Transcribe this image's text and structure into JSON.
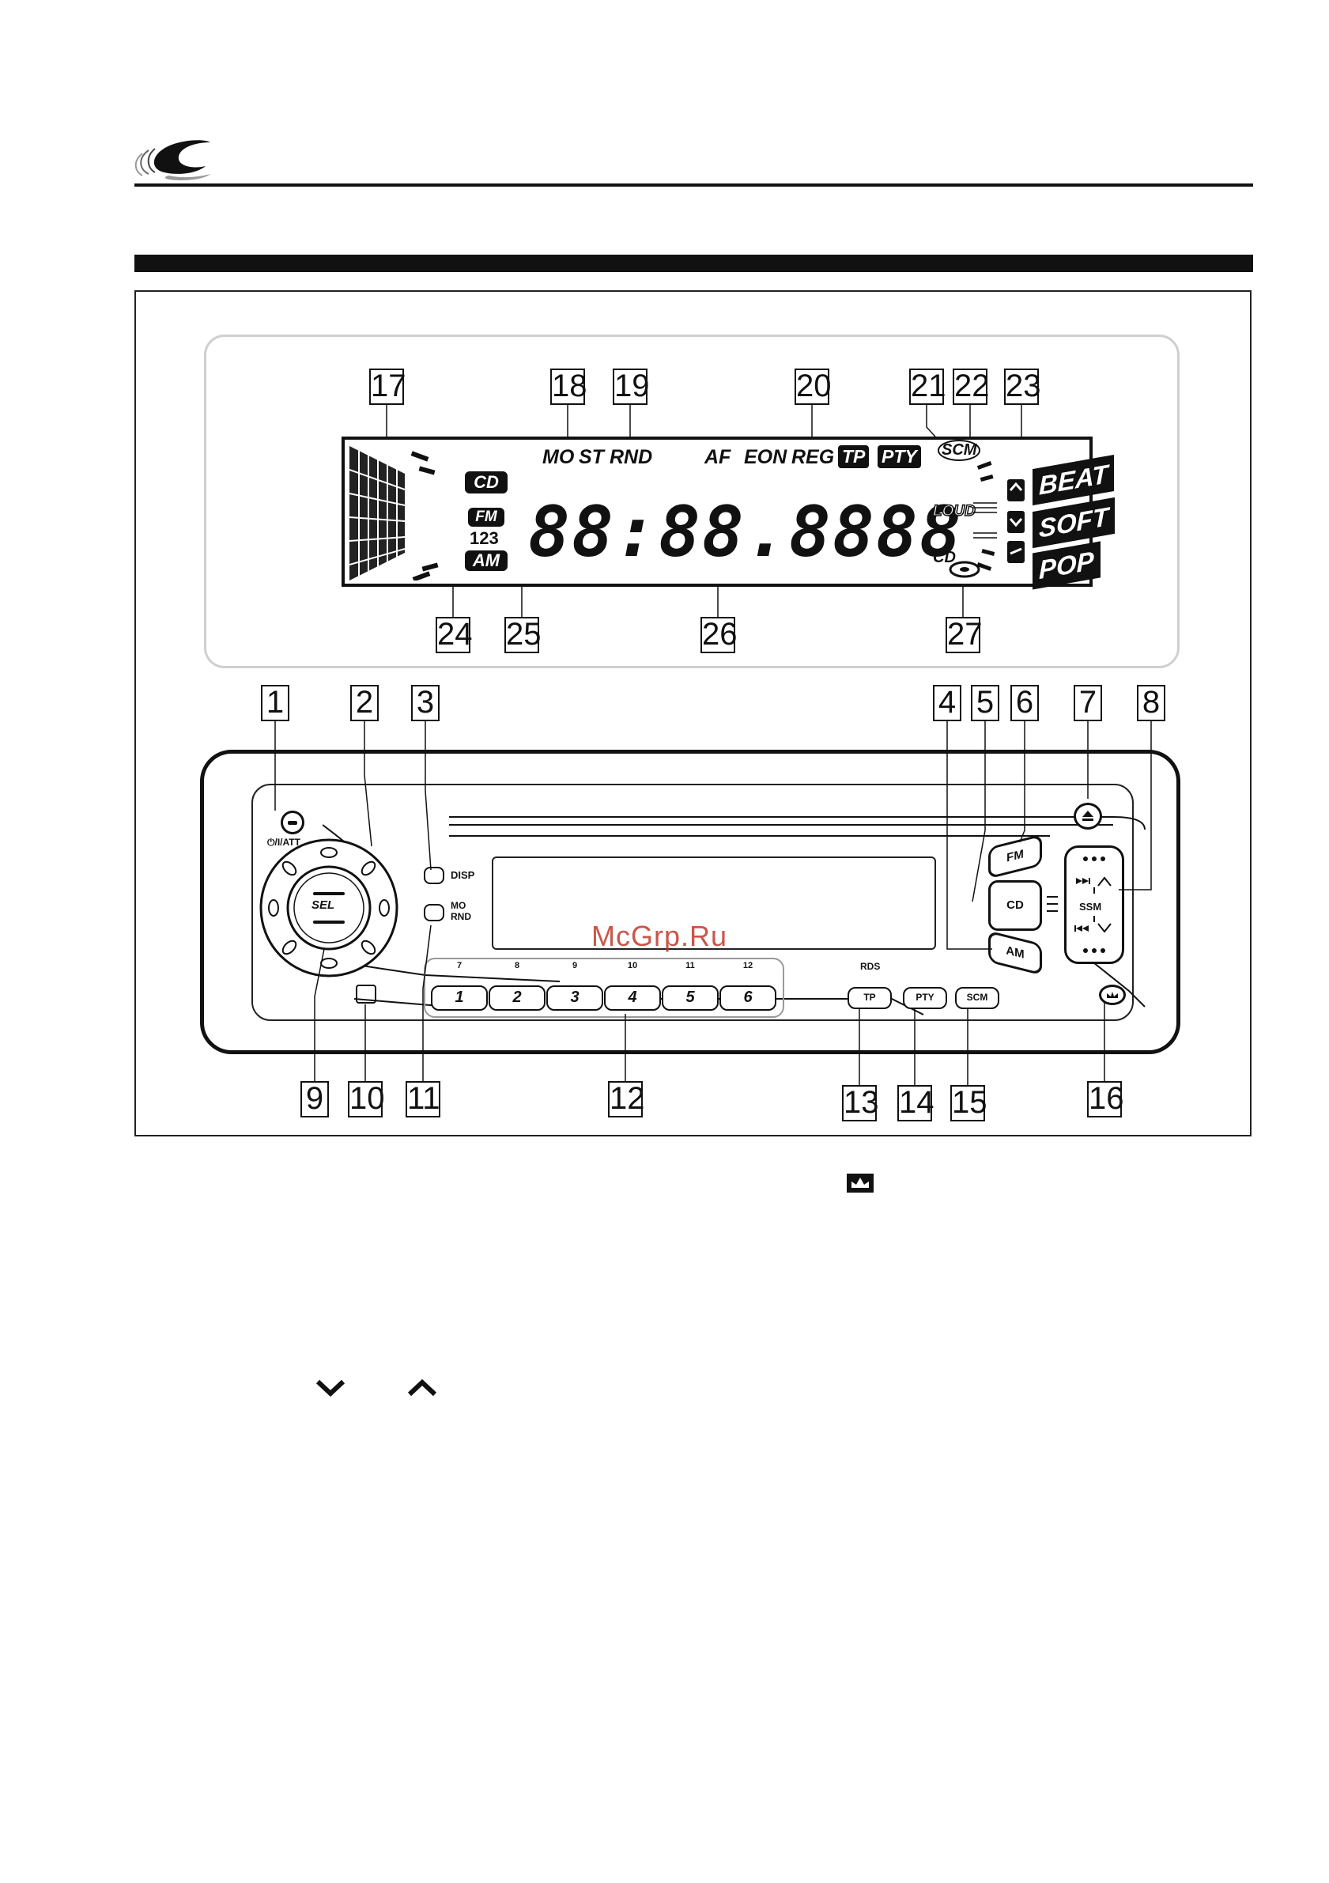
{
  "lcd": {
    "callouts": {
      "n17": "17",
      "n18": "18",
      "n19": "19",
      "n20": "20",
      "n21": "21",
      "n22": "22",
      "n23": "23",
      "n24": "24",
      "n25": "25",
      "n26": "26",
      "n27": "27"
    },
    "indicators": {
      "mo": "MO",
      "st": "ST",
      "rnd": "RND",
      "af": "AF",
      "eon": "EON",
      "reg": "REG",
      "tp": "TP",
      "pty": "PTY",
      "scm": "SCM",
      "loud": "LOUD",
      "cd_disc": "CD"
    },
    "sources": {
      "cd": "CD",
      "fm": "FM",
      "band": "123",
      "am": "AM"
    },
    "eq_modes": {
      "beat": "BEAT",
      "soft": "SOFT",
      "pop": "POP"
    },
    "main_display": "88:88.8888"
  },
  "unit": {
    "callouts": {
      "n1": "1",
      "n2": "2",
      "n3": "3",
      "n4": "4",
      "n5": "5",
      "n6": "6",
      "n7": "7",
      "n8": "8",
      "n9": "9",
      "n10": "10",
      "n11": "11",
      "n12": "12",
      "n13": "13",
      "n14": "14",
      "n15": "15",
      "n16": "16"
    },
    "power_label": "⏻/I/ATT",
    "sel_label": "SEL",
    "disp_label": "DISP",
    "mo_rnd_label_1": "MO",
    "mo_rnd_label_2": "RND",
    "preset_top": [
      "7",
      "8",
      "9",
      "10",
      "11",
      "12"
    ],
    "presets": [
      "1",
      "2",
      "3",
      "4",
      "5",
      "6"
    ],
    "rds_label": "RDS",
    "tp_label": "TP",
    "pty_label": "PTY",
    "scm_label": "SCM",
    "fm_label": "FM",
    "cd_label": "CD",
    "am_label": "AM",
    "ssm_label": "SSM"
  },
  "watermark": "McGrp.Ru"
}
